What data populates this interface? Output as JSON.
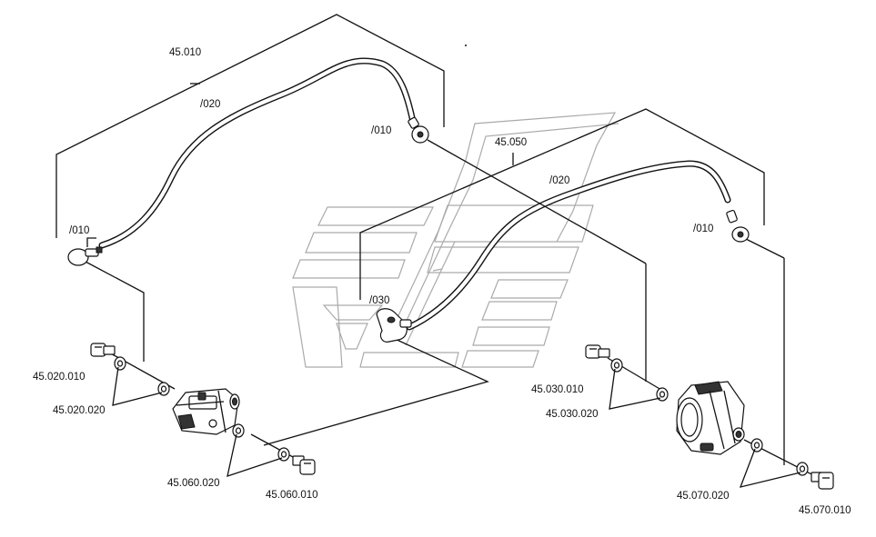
{
  "labels": {
    "left_assembly": "45.010",
    "left_pipe": "/020",
    "left_fitting_top": "/010",
    "left_fitting_bottom": "/010",
    "right_assembly": "45.050",
    "right_pipe": "/020",
    "right_fitting_left": "/030",
    "right_fitting_right": "/010",
    "bolt_left": "45.020.010",
    "washers_left": "45.020.020",
    "bolt_center": "45.060.010",
    "washers_center": "45.060.020",
    "bolt_right_upper": "45.030.010",
    "washers_right_upper": "45.030.020",
    "bolt_right_lower": "45.070.010",
    "washers_right_lower": "45.070.020"
  }
}
